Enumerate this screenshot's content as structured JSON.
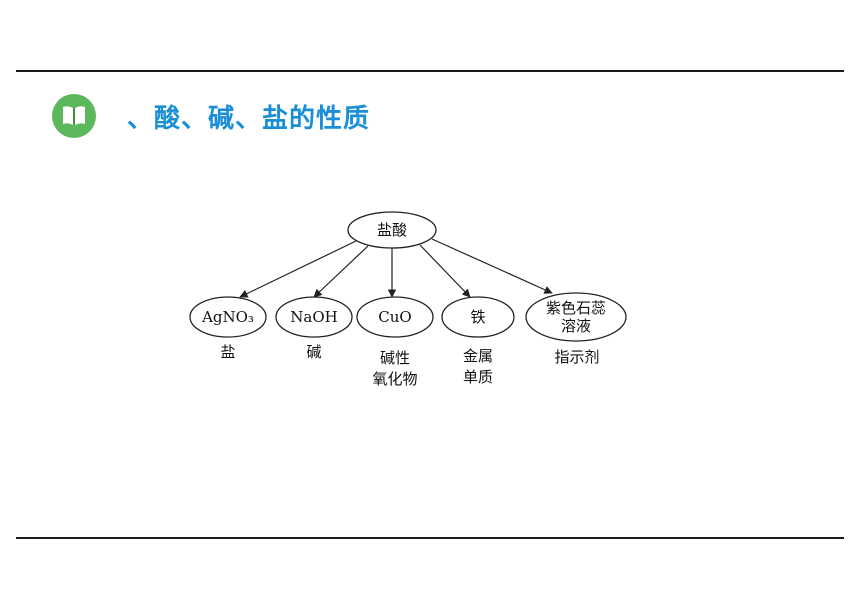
{
  "header": {
    "title": "、酸、碱、盐的性质",
    "badge_icon": "book-icon",
    "badge_color": "#5cb85c",
    "title_color": "#1a8fd6"
  },
  "diagram": {
    "root": "盐酸",
    "children": [
      {
        "label": "AgNO₃",
        "category": [
          "盐"
        ]
      },
      {
        "label": "NaOH",
        "category": [
          "碱"
        ]
      },
      {
        "label": "CuO",
        "category": [
          "碱性",
          "氧化物"
        ]
      },
      {
        "label": "铁",
        "category": [
          "金属",
          "单质"
        ]
      },
      {
        "label": "紫色石蕊溶液",
        "label_lines": [
          "紫色石蕊",
          "溶液"
        ],
        "category": [
          "指示剂"
        ]
      }
    ]
  }
}
